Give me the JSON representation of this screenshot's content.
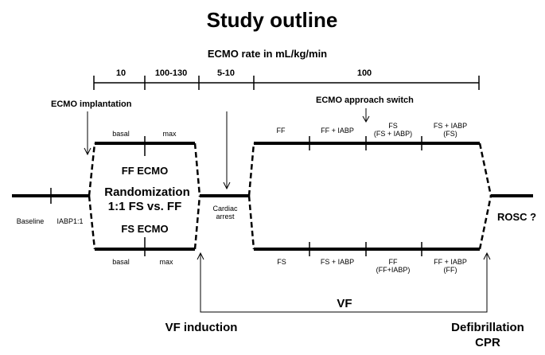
{
  "title": "Study outline",
  "subtitle": "ECMO rate in mL/kg/min",
  "rate_segments": [
    "10",
    "100-130",
    "5-10",
    "100"
  ],
  "labels": {
    "ecmo_implantation": "ECMO implantation",
    "ecmo_approach_switch": "ECMO approach switch",
    "baseline": "Baseline",
    "iabp": "IABP1:1",
    "ff_ecmo": "FF ECMO",
    "randomization_line1": "Randomization",
    "randomization_line2": "1:1 FS vs. FF",
    "fs_ecmo": "FS ECMO",
    "cardiac_arrest_line1": "Cardiac",
    "cardiac_arrest_line2": "arrest",
    "rosc": "ROSC ?",
    "vf": "VF",
    "vf_induction": "VF induction",
    "defib_line1": "Defibrillation",
    "defib_line2": "CPR"
  },
  "upper_phases": {
    "basal": "basal",
    "max": "max",
    "ff": "FF",
    "ff_iabp": "FF + IABP",
    "fs_line1": "FS",
    "fs_line2": "(FS + IABP)",
    "fs_iabp_line1": "FS + IABP",
    "fs_iabp_line2": "(FS)"
  },
  "lower_phases": {
    "basal": "basal",
    "max": "max",
    "fs": "FS",
    "fs_iabp": "FS + IABP",
    "ff_line1": "FF",
    "ff_line2": "(FF+IABP)",
    "ff_iabp_line1": "FF + IABP",
    "ff_iabp_line2": "(FF)"
  }
}
